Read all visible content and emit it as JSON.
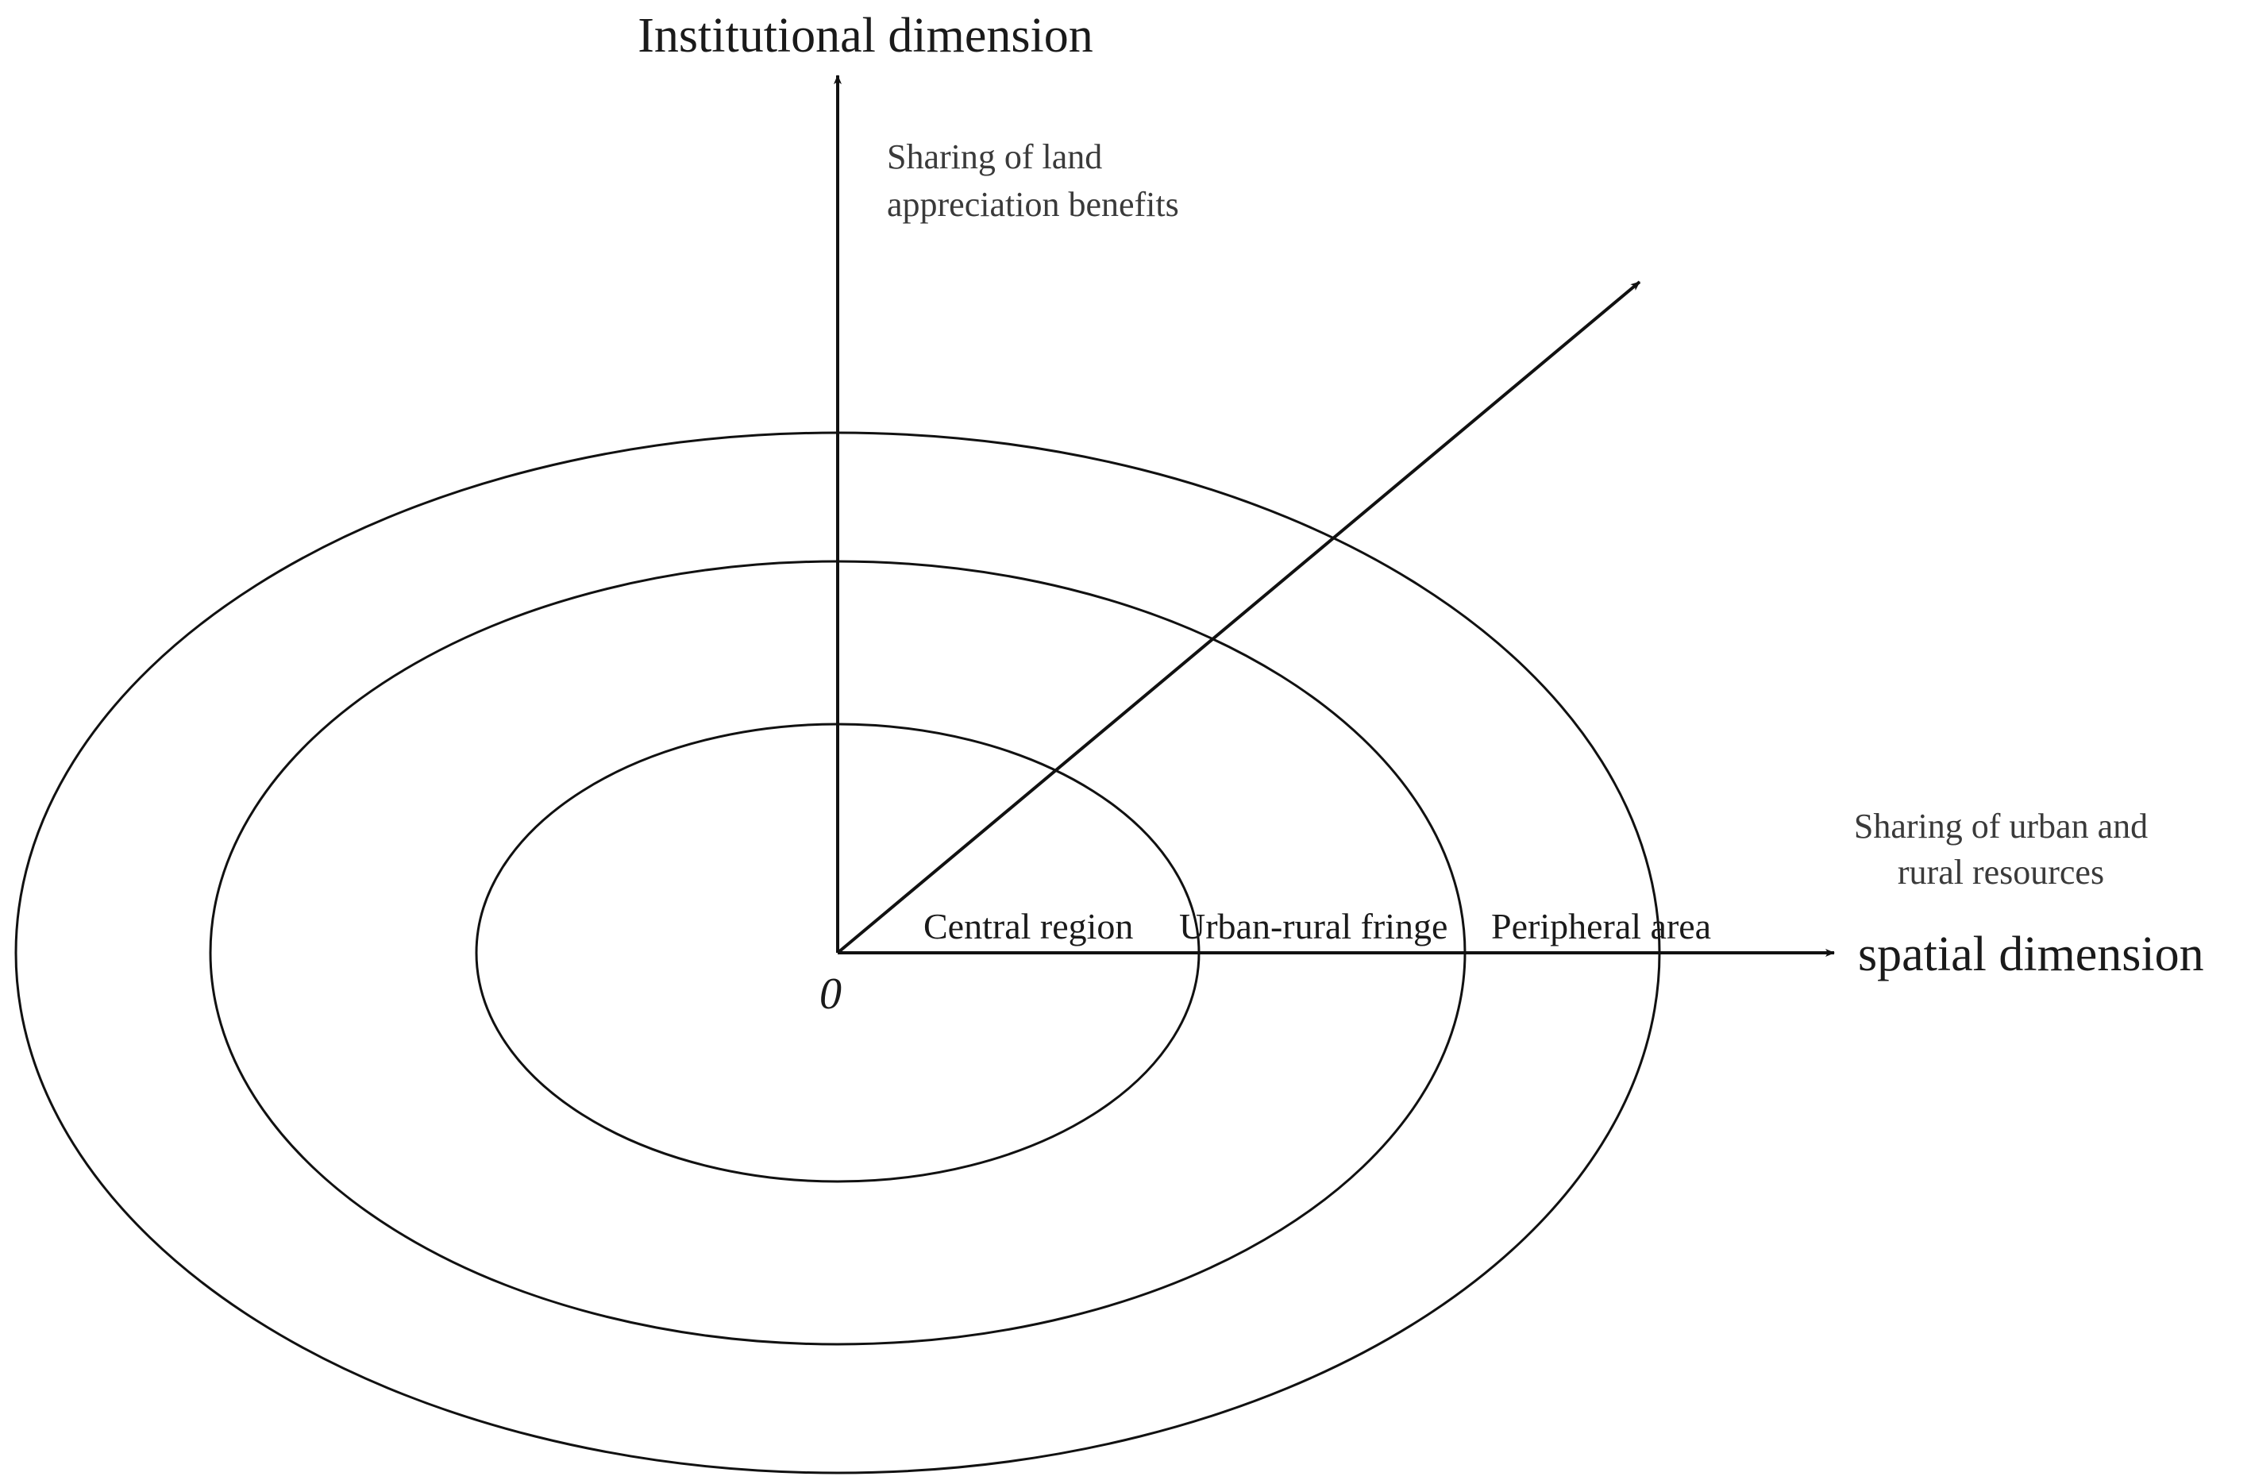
{
  "axes": {
    "vertical_title": "Institutional dimension",
    "vertical_subtitle_lines": [
      "Sharing of land",
      "appreciation benefits"
    ],
    "horizontal_title": "spatial dimension",
    "horizontal_subtitle_lines": [
      "Sharing of urban and",
      "rural resources"
    ],
    "origin_label": "0"
  },
  "regions": {
    "inner": "Central region",
    "middle": "Urban-rural fringe",
    "outer": "Peripheral area"
  },
  "colors": {
    "line": "#111111",
    "text": "#1a1a1a",
    "subtext": "#3a3a3a",
    "background": "#ffffff"
  }
}
